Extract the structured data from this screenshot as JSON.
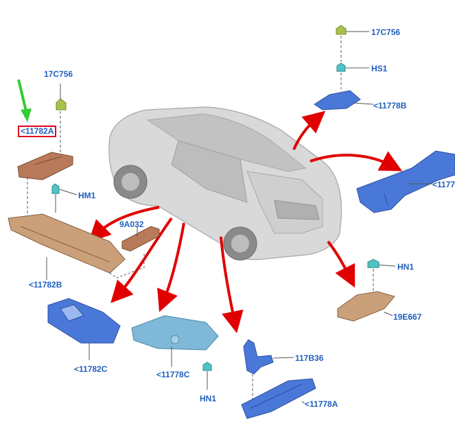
{
  "labels": {
    "p17c756_left": "17C756",
    "p11782a": "<11782A",
    "hm1": "HM1",
    "p9a032": "9A032",
    "p11782b": "<11782B",
    "p11782c": "<11782C",
    "p11778c": "<11778C",
    "hn1_bottom": "HN1",
    "p17c756_top": "17C756",
    "hs1": "HS1",
    "p11778b": "<11778B",
    "p1177_right": "<1177",
    "hn1_right": "HN1",
    "p19e667": "19E667",
    "p117b36": "117B36",
    "p11778a": "<11778A"
  },
  "colors": {
    "label_text": "#1f5fbf",
    "highlight_box": "#e0001b",
    "indicator_arrow": "#33cc33",
    "direction_arrow": "#e00000",
    "part_blue": "#4a78d8",
    "part_tan": "#c9a07a",
    "part_teal": "#7fb8d8",
    "part_green": "#a8c24a",
    "car_body": "#d4d4d4"
  }
}
